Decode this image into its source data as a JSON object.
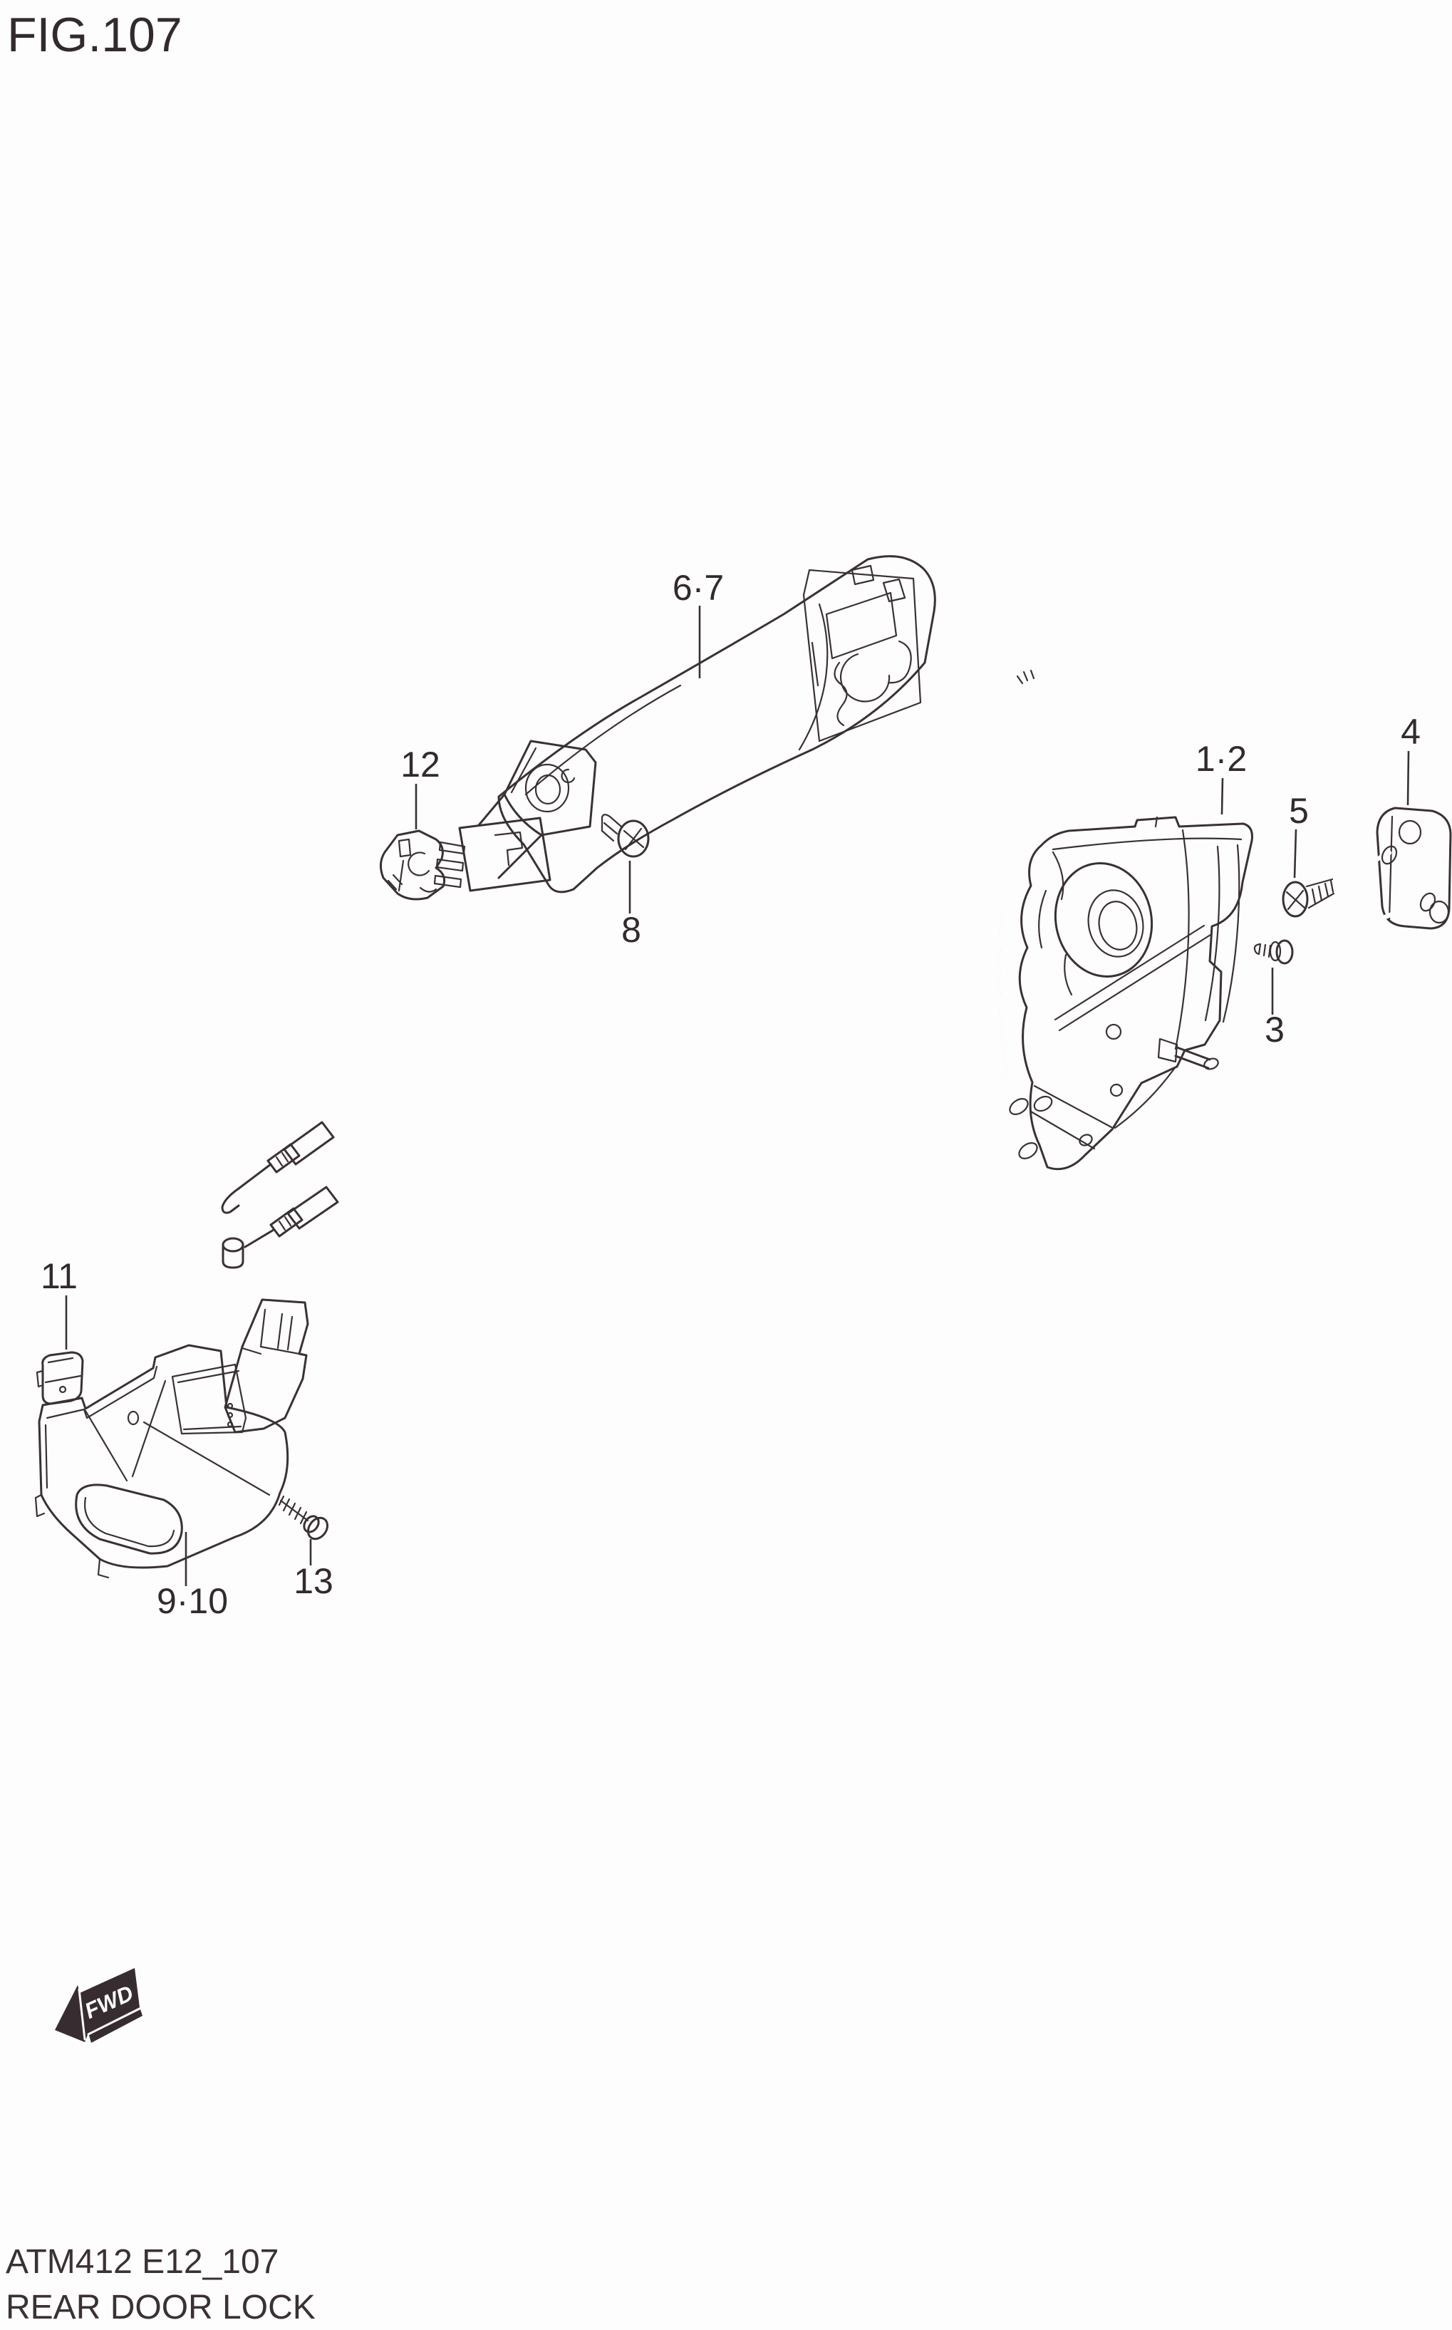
{
  "figure": {
    "title": "FIG.107"
  },
  "footer": {
    "code": "ATM412 E12_107",
    "name": "REAR DOOR LOCK"
  },
  "fwd": {
    "label": "FWD"
  },
  "colors": {
    "background": "#fdfdfd",
    "line_art": "#3a3134",
    "label_text": "#332a2d",
    "fwd_arrow_fill": "#372d31",
    "fwd_arrow_text": "#ffffff"
  },
  "callouts": [
    {
      "id": "6-7",
      "label": "6·7"
    },
    {
      "id": "12",
      "label": "12"
    },
    {
      "id": "8",
      "label": "8"
    },
    {
      "id": "1-2",
      "label": "1·2"
    },
    {
      "id": "5",
      "label": "5"
    },
    {
      "id": "4",
      "label": "4"
    },
    {
      "id": "3",
      "label": "3"
    },
    {
      "id": "11",
      "label": "11"
    },
    {
      "id": "9-10",
      "label": "9·10"
    },
    {
      "id": "13",
      "label": "13"
    }
  ]
}
